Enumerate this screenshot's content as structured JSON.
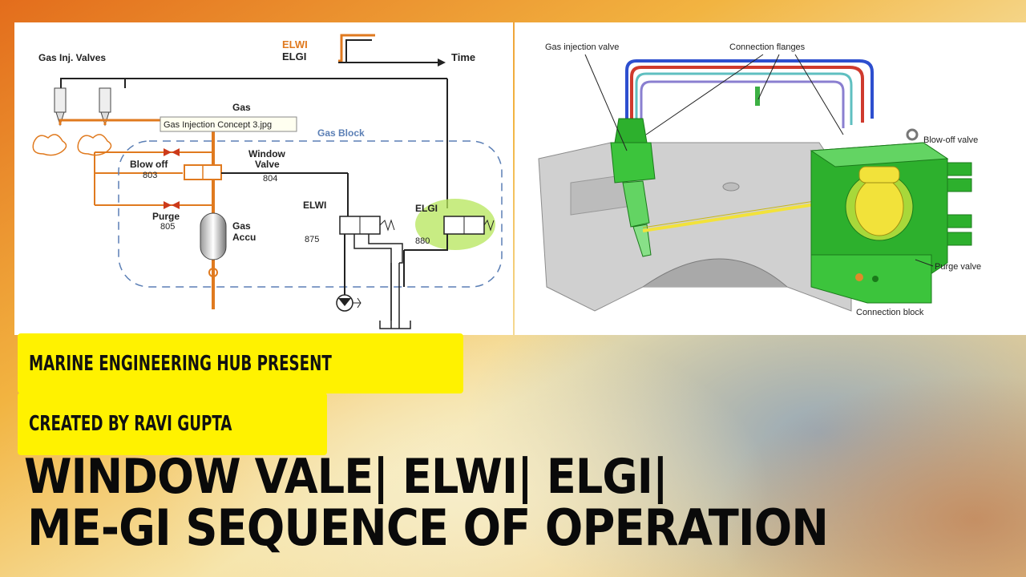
{
  "background": {
    "colors": [
      "#e8862a",
      "#f2c94c",
      "#f7e7a6",
      "#c98a5a",
      "#8fa9c0",
      "#d9a066"
    ]
  },
  "left_diagram": {
    "signal_labels": {
      "elwi": "ELWI",
      "elgi": "ELGI",
      "time": "Time"
    },
    "gas_inj_valves": "Gas Inj. Valves",
    "gas": "Gas",
    "tooltip": "Gas Injection Concept 3.jpg",
    "gas_block": "Gas Block",
    "blow_off": {
      "label": "Blow off",
      "number": "803"
    },
    "window_valve": {
      "label": "Window Valve",
      "number": "804"
    },
    "purge": {
      "label": "Purge",
      "number": "805"
    },
    "gas_accu": "Gas Accu",
    "elwi_valve": {
      "label": "ELWI",
      "number": "875"
    },
    "elgi_valve": {
      "label": "ELGI",
      "number": "880"
    },
    "colors": {
      "orange": "#e07a1f",
      "blue_dash": "#5b7fb5",
      "green_highlight": "#b6e65a"
    }
  },
  "right_diagram": {
    "labels": {
      "gas_injection_valve": "Gas injection valve",
      "connection_flanges": "Connection flanges",
      "blow_off_valve": "Blow-off valve",
      "purge_valve": "Purge valve",
      "connection_block": "Connection block"
    },
    "colors": {
      "green": "#2db02d",
      "yellow": "#f2e23a",
      "grey": "#c8c8c8"
    }
  },
  "banners": {
    "line1": "MARINE ENGINEERING HUB PRESENT",
    "line2": "CREATED BY RAVI GUPTA"
  },
  "titles": {
    "line1": "WINDOW VALE| ELWI| ELGI|",
    "line2": "ME-GI SEQUENCE OF OPERATION"
  }
}
